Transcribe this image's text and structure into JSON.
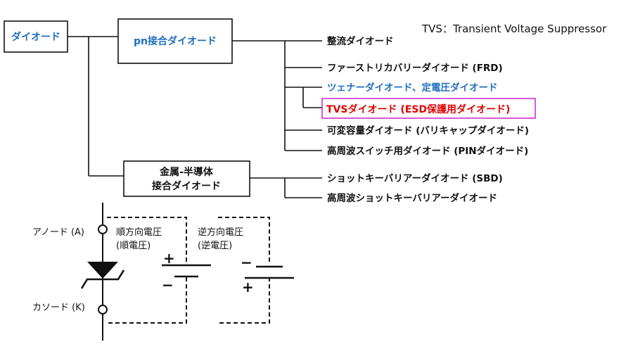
{
  "legend_note": "TVS：Transient Voltage Suppressor",
  "tree": {
    "root": "ダイオード",
    "pn_junction": "pn接合ダイオード",
    "metal_semi_line1": "金属-半導体",
    "metal_semi_line2": "接合ダイオード",
    "pn_children": [
      {
        "label": "整流ダイオード",
        "color": "#111111"
      },
      {
        "label": "ファーストリカバリーダイオード (FRD)",
        "color": "#111111"
      },
      {
        "label": "ツェナーダイオード、定電圧ダイオード",
        "color": "#1f6fbf"
      },
      {
        "label": "TVSダイオード (ESD保護用ダイオード)",
        "color": "#e00000",
        "highlight": "#cc33cc"
      },
      {
        "label": "可変容量ダイオード (バリキャップダイオード)",
        "color": "#111111"
      },
      {
        "label": "高周波スイッチ用ダイオード (PINダイオード)",
        "color": "#111111"
      }
    ],
    "ms_children": [
      {
        "label": "ショットキーバリアーダイオード (SBD)",
        "color": "#111111"
      },
      {
        "label": "高周波ショットキーバリアーダイオード",
        "color": "#111111"
      }
    ]
  },
  "circuit": {
    "anode": "アノード (A)",
    "cathode": "カソード (K)",
    "forward_line1": "順方向電圧",
    "forward_line2": "(順電圧)",
    "reverse_line1": "逆方向電圧",
    "reverse_line2": "(逆電圧)",
    "plus": "+",
    "minus": "−"
  },
  "colors": {
    "box_blue": "#1f6fbf",
    "line": "#111111",
    "magenta": "#cc33cc"
  }
}
